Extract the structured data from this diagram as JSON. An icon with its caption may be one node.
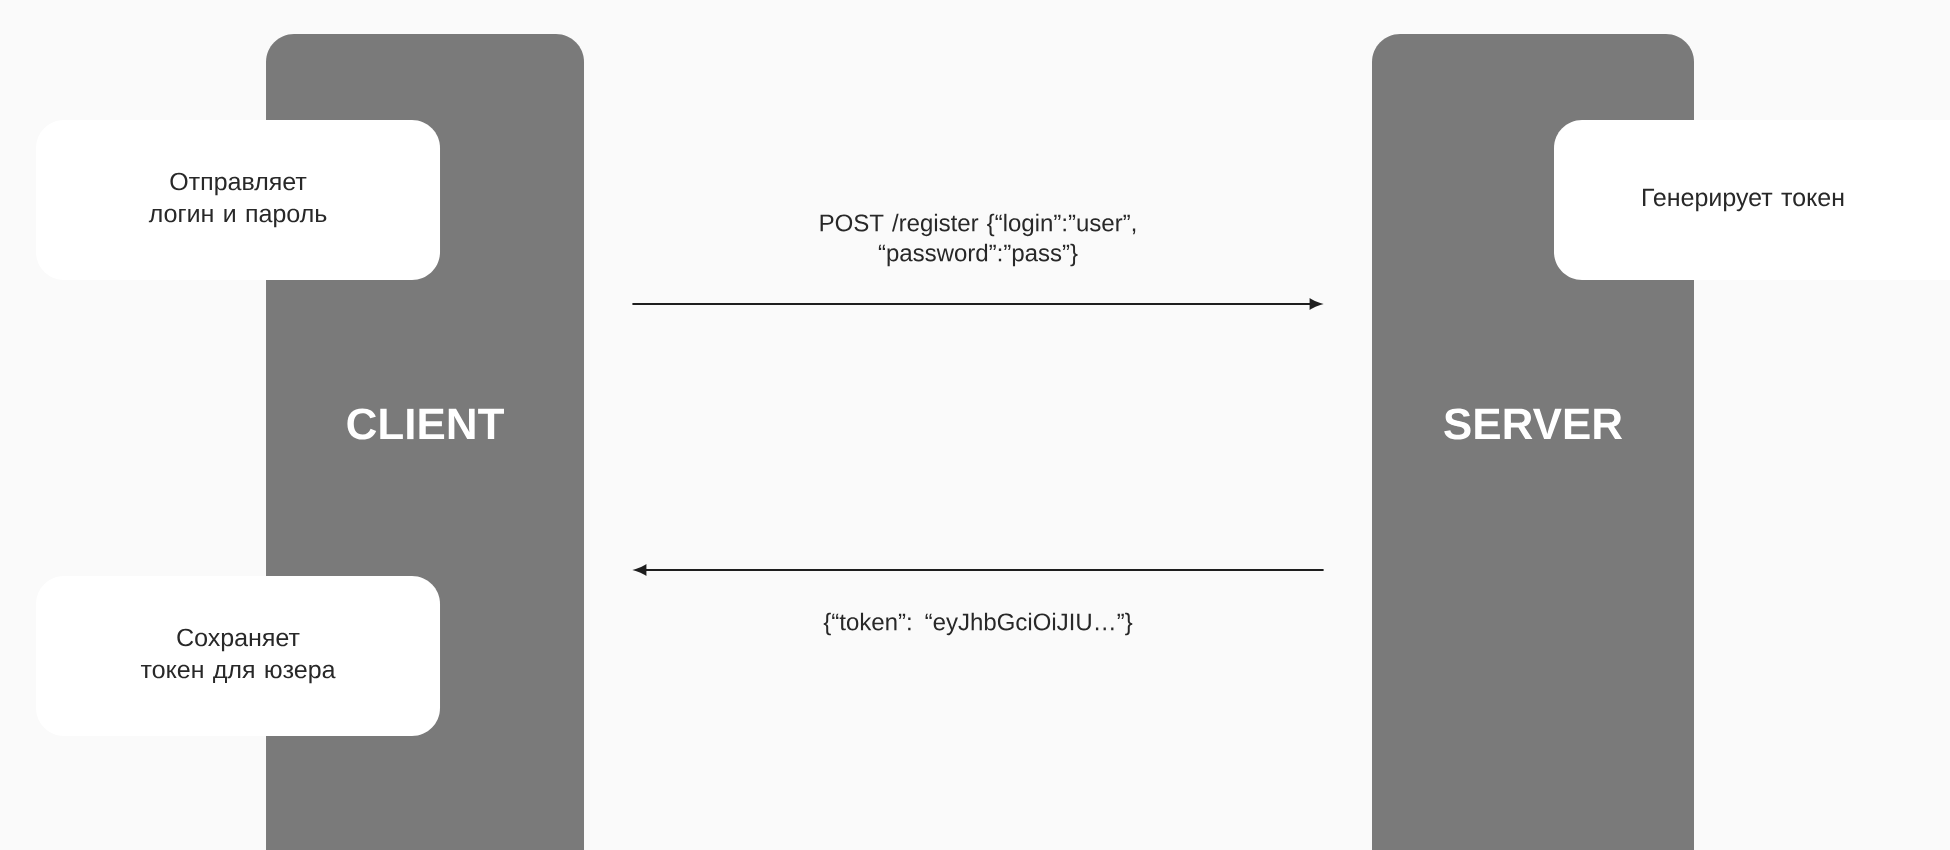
{
  "diagram": {
    "nodes": [
      {
        "text": [
          "CLIENT"
        ]
      },
      {
        "text": [
          "SERVER"
        ]
      },
      {
        "text": [
          "Отправляет логин и пароль"
        ]
      },
      {
        "text": [
          "Генерирует токен"
        ]
      },
      {
        "text": [
          "Сохраняет токен для юзера"
        ]
      }
    ],
    "edges": [
      {
        "from": 0,
        "to": 1,
        "arrow": "to",
        "label": "POST /register {“login”:”user”, “password”:”pass”}"
      },
      {
        "from": 1,
        "to": 0,
        "arrow": "to",
        "label": "{“token”: “eyJhbGciOiJIU…”}"
      }
    ]
  }
}
